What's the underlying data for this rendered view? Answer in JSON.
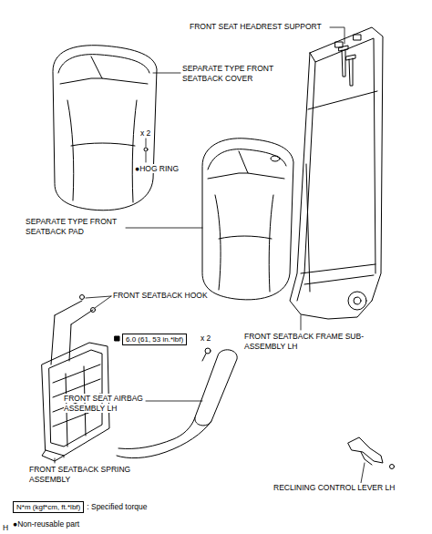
{
  "diagram": {
    "nodes": [
      {
        "text": [
          "6.0 (61, 53 in.*lbf)"
        ]
      },
      {
        "text": [
          "N*m (kgf*cm, ft.*lbf)"
        ]
      }
    ],
    "labels": [
      "FRONT SEAT HEADREST SUPPORT",
      "SEPARATE TYPE FRONT SEATBACK COVER",
      "x 2",
      "●HOG RING",
      "SEPARATE TYPE FRONT SEATBACK PAD",
      "FRONT SEATBACK HOOK",
      "FRONT SEATBACK FRAME SUB-ASSEMBLY LH",
      "x 2",
      "FRONT SEAT AIRBAG ASSEMBLY LH",
      "FRONT SEATBACK SPRING ASSEMBLY",
      "RECLINING CONTROL LEVER LH",
      ": Specified torque",
      "●Non-reusable part",
      "H"
    ]
  }
}
